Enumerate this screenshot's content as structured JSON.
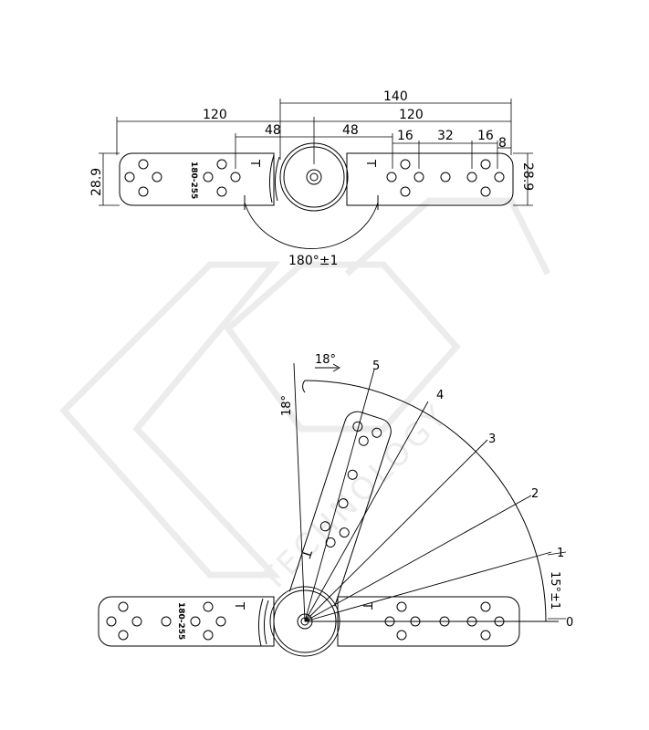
{
  "top_view": {
    "dimensions": {
      "overall_width": "140",
      "left_arm_length": "120",
      "right_arm_length": "120",
      "left_hole_offset": "48",
      "right_hole_offset": "48",
      "hole_spacing_a": "16",
      "hole_spacing_b": "32",
      "hole_spacing_c": "16",
      "hole_spacing_d": "8",
      "left_height": "28.9",
      "right_height": "28.9"
    },
    "rotation_range": "180°±1",
    "part_code": "180-255",
    "marker": "T"
  },
  "bottom_view": {
    "step_angle": "18°",
    "arc_angle": "18°",
    "first_step_tolerance": "15°±1",
    "positions": [
      "0",
      "1",
      "2",
      "3",
      "4",
      "5"
    ],
    "part_code": "180-255",
    "marker": "T"
  },
  "watermark": {
    "text": "TECHNOLOGY"
  }
}
